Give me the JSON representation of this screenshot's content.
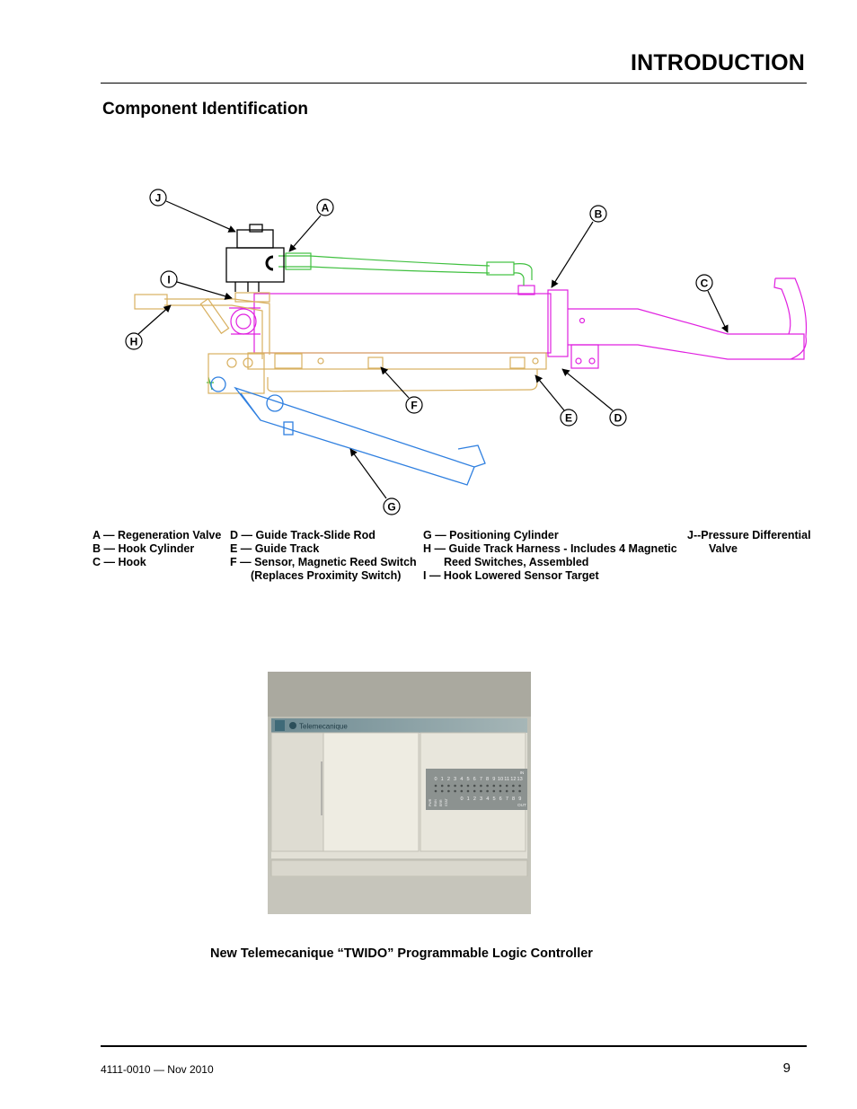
{
  "header": {
    "title": "INTRODUCTION"
  },
  "section": {
    "heading": "Component Identification"
  },
  "callouts": [
    "J",
    "A",
    "B",
    "I",
    "C",
    "H",
    "F",
    "E",
    "D",
    "G"
  ],
  "legend": {
    "col1": [
      "A — Regeneration Valve",
      "B — Hook Cylinder",
      "C — Hook"
    ],
    "col2": [
      "D — Guide Track-Slide Rod",
      "E — Guide Track",
      "F — Sensor, Magnetic Reed Switch",
      "(Replaces Proximity Switch)"
    ],
    "col3": [
      "G — Positioning Cylinder",
      "H — Guide Track Harness - Includes 4 Magnetic",
      "Reed Switches, Assembled",
      "I — Hook Lowered Sensor Target"
    ],
    "col4": [
      "J--Pressure Differential",
      "Valve"
    ]
  },
  "photo": {
    "brand": "Telemecanique",
    "led_top_row": [
      "0",
      "1",
      "2",
      "3",
      "4",
      "5",
      "6",
      "7",
      "8",
      "9",
      "10",
      "11",
      "12",
      "13"
    ],
    "led_bottom_row": [
      "0",
      "1",
      "2",
      "3",
      "4",
      "5",
      "6",
      "7",
      "8",
      "9"
    ],
    "led_side_labels": [
      "PWR",
      "RUN",
      "ERR",
      "STAT"
    ],
    "in_label": "IN",
    "out_label": "OUT"
  },
  "caption": {
    "text": "New Telemecanique “TWIDO” Programmable Logic Controller"
  },
  "footer": {
    "doc_number": "4111-0010 — Nov 2010",
    "page_number": "9"
  }
}
